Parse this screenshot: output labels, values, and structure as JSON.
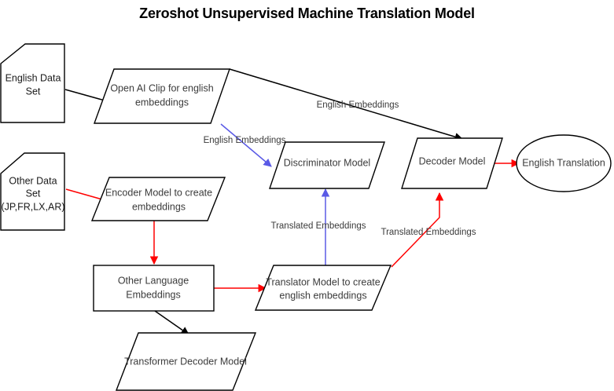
{
  "title": "Zeroshot Unsupervised Machine Translation Model",
  "colors": {
    "background": "#ffffff",
    "stroke": "#000000",
    "red": "#ff0000",
    "blue": "#5a5ae6",
    "text": "#3b3b3b"
  },
  "nodes": [
    {
      "id": "english-data-set",
      "shape": "document",
      "lines": [
        "English Data",
        "Set"
      ],
      "label": "English Data Set"
    },
    {
      "id": "openai-clip",
      "shape": "parallelogram",
      "lines": [
        "Open AI Clip for english",
        "embeddings"
      ],
      "label": "Open AI Clip for english embeddings"
    },
    {
      "id": "other-data-set",
      "shape": "document",
      "lines": [
        "Other Data",
        "Set",
        "(JP,FR,LX,AR)"
      ],
      "label": "Other Data Set (JP,FR,LX,AR)"
    },
    {
      "id": "encoder-model",
      "shape": "parallelogram",
      "lines": [
        "Encoder Model to create",
        "embeddings"
      ],
      "label": "Encoder Model to create embeddings"
    },
    {
      "id": "discriminator-model",
      "shape": "parallelogram",
      "lines": [
        "Discriminator Model"
      ],
      "label": "Discriminator Model"
    },
    {
      "id": "decoder-model",
      "shape": "parallelogram",
      "lines": [
        "Decoder Model"
      ],
      "label": "Decoder Model"
    },
    {
      "id": "english-translation",
      "shape": "ellipse",
      "lines": [
        "English Translation"
      ],
      "label": "English Translation"
    },
    {
      "id": "other-language-embeddings",
      "shape": "rectangle",
      "lines": [
        "Other Language",
        "Embeddings"
      ],
      "label": "Other Language Embeddings"
    },
    {
      "id": "translator-model",
      "shape": "parallelogram",
      "lines": [
        "Translator Model to create",
        "english embeddings"
      ],
      "label": "Translator Model to create english embeddings"
    },
    {
      "id": "transformer-decoder-model",
      "shape": "parallelogram",
      "lines": [
        "Transformer Decoder Model"
      ],
      "label": "Transformer Decoder Model"
    }
  ],
  "edges": [
    {
      "id": "edge-dataset-to-clip",
      "from": "english-data-set",
      "to": "openai-clip",
      "color": "black",
      "label": ""
    },
    {
      "id": "edge-clip-to-decoder",
      "from": "openai-clip",
      "to": "decoder-model",
      "color": "black",
      "label": "English Embeddings"
    },
    {
      "id": "edge-clip-to-discriminator",
      "from": "openai-clip",
      "to": "discriminator-model",
      "color": "blue",
      "label": "English Embeddings"
    },
    {
      "id": "edge-otherdata-to-encoder",
      "from": "other-data-set",
      "to": "encoder-model",
      "color": "red",
      "label": ""
    },
    {
      "id": "edge-encoder-to-embeddings",
      "from": "encoder-model",
      "to": "other-language-embeddings",
      "color": "red",
      "label": ""
    },
    {
      "id": "edge-embeddings-to-translator",
      "from": "other-language-embeddings",
      "to": "translator-model",
      "color": "red",
      "label": ""
    },
    {
      "id": "edge-embeddings-to-transformer",
      "from": "other-language-embeddings",
      "to": "transformer-decoder-model",
      "color": "black",
      "label": ""
    },
    {
      "id": "edge-translator-to-discriminator",
      "from": "translator-model",
      "to": "discriminator-model",
      "color": "blue",
      "label": "Translated Embeddings"
    },
    {
      "id": "edge-translator-to-decoder",
      "from": "translator-model",
      "to": "decoder-model",
      "color": "red",
      "label": "Translated Embeddings"
    },
    {
      "id": "edge-decoder-to-translation",
      "from": "decoder-model",
      "to": "english-translation",
      "color": "red",
      "label": ""
    }
  ]
}
